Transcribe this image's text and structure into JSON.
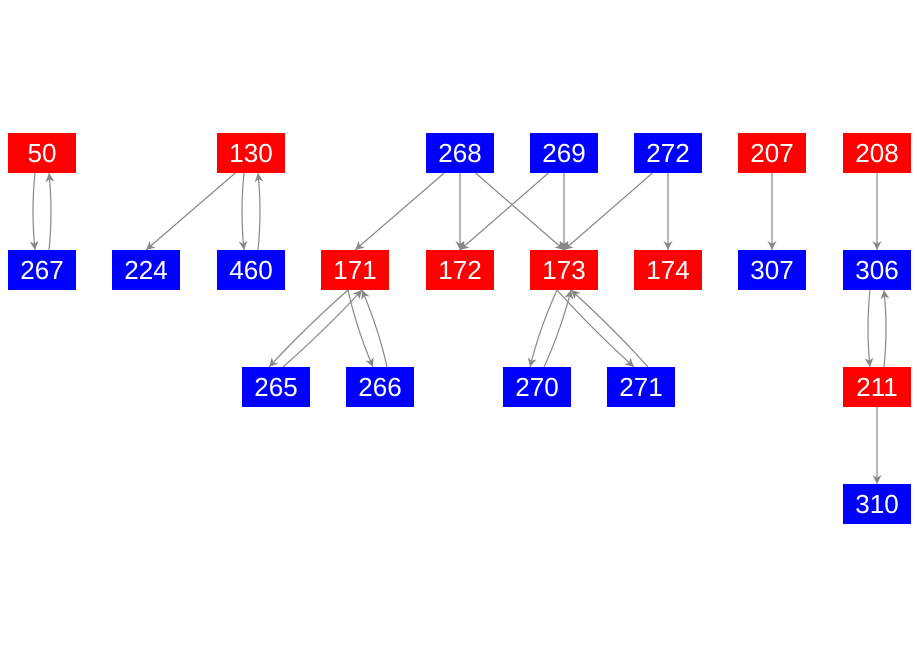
{
  "colors": {
    "red": "#ff0000",
    "blue": "#0000ff",
    "edge": "#888888",
    "text": "#ffffff"
  },
  "nodes": [
    {
      "id": "50",
      "color": "red",
      "row": 0,
      "col": 42
    },
    {
      "id": "130",
      "color": "red",
      "row": 0,
      "col": 251
    },
    {
      "id": "268",
      "color": "blue",
      "row": 0,
      "col": 460
    },
    {
      "id": "269",
      "color": "blue",
      "row": 0,
      "col": 564
    },
    {
      "id": "272",
      "color": "blue",
      "row": 0,
      "col": 668
    },
    {
      "id": "207",
      "color": "red",
      "row": 0,
      "col": 772
    },
    {
      "id": "208",
      "color": "red",
      "row": 0,
      "col": 877
    },
    {
      "id": "267",
      "color": "blue",
      "row": 1,
      "col": 42
    },
    {
      "id": "224",
      "color": "blue",
      "row": 1,
      "col": 146
    },
    {
      "id": "460",
      "color": "blue",
      "row": 1,
      "col": 251
    },
    {
      "id": "171",
      "color": "red",
      "row": 1,
      "col": 355
    },
    {
      "id": "172",
      "color": "red",
      "row": 1,
      "col": 460
    },
    {
      "id": "173",
      "color": "red",
      "row": 1,
      "col": 564
    },
    {
      "id": "174",
      "color": "red",
      "row": 1,
      "col": 668
    },
    {
      "id": "307",
      "color": "blue",
      "row": 1,
      "col": 772
    },
    {
      "id": "306",
      "color": "blue",
      "row": 1,
      "col": 877
    },
    {
      "id": "265",
      "color": "blue",
      "row": 2,
      "col": 276
    },
    {
      "id": "266",
      "color": "blue",
      "row": 2,
      "col": 380
    },
    {
      "id": "270",
      "color": "blue",
      "row": 2,
      "col": 537
    },
    {
      "id": "271",
      "color": "blue",
      "row": 2,
      "col": 641
    },
    {
      "id": "211",
      "color": "red",
      "row": 2,
      "col": 877
    },
    {
      "id": "310",
      "color": "blue",
      "row": 3,
      "col": 877
    }
  ],
  "edges": [
    [
      "50",
      "267"
    ],
    [
      "267",
      "50"
    ],
    [
      "130",
      "224"
    ],
    [
      "130",
      "460"
    ],
    [
      "460",
      "130"
    ],
    [
      "268",
      "171"
    ],
    [
      "268",
      "172"
    ],
    [
      "268",
      "173"
    ],
    [
      "269",
      "172"
    ],
    [
      "269",
      "173"
    ],
    [
      "272",
      "173"
    ],
    [
      "272",
      "174"
    ],
    [
      "207",
      "307"
    ],
    [
      "208",
      "306"
    ],
    [
      "171",
      "265"
    ],
    [
      "265",
      "171"
    ],
    [
      "171",
      "266"
    ],
    [
      "266",
      "171"
    ],
    [
      "173",
      "270"
    ],
    [
      "270",
      "173"
    ],
    [
      "173",
      "271"
    ],
    [
      "271",
      "173"
    ],
    [
      "306",
      "211"
    ],
    [
      "211",
      "306"
    ],
    [
      "211",
      "310"
    ]
  ]
}
